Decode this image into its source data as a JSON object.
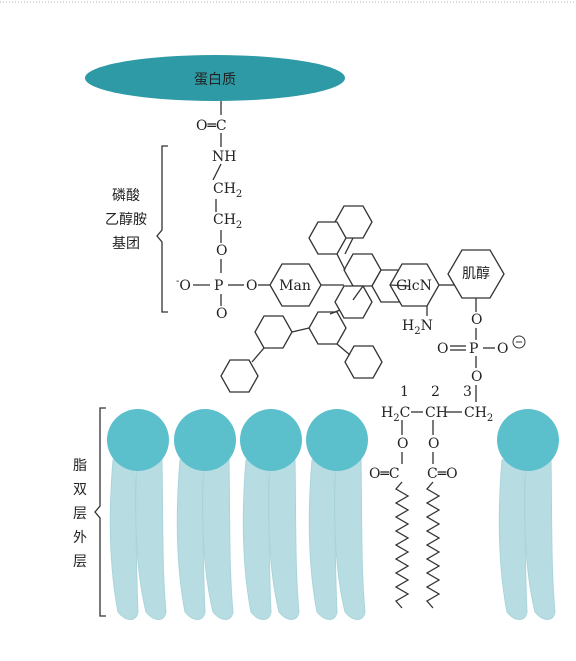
{
  "protein_label": "蛋白质",
  "bracket_left_label": [
    "磷酸",
    "乙醇胺",
    "基团"
  ],
  "bracket_bottom_label": [
    "脂",
    "双",
    "层",
    "外",
    "层"
  ],
  "sugar_labels": {
    "man": "Man",
    "glcn": "GlcN",
    "inositol": "肌醇"
  },
  "chem": {
    "o_eq_c": "O═C",
    "nh": "NH",
    "ch2_a": "CH",
    "ch2_b": "CH",
    "two": "2",
    "o": "O",
    "o_minus": "O",
    "p": "P",
    "h2n": "H",
    "n": "N",
    "carbon_nums": [
      "1",
      "2",
      "3"
    ],
    "glycerol_h2c": "H",
    "glycerol_ch": "CH",
    "glycerol_ch2": "CH",
    "ester_o_eq_c": "O═C",
    "ester_c_eq_o": "C═O"
  },
  "colors": {
    "protein": "#2e9aa6",
    "lipid_head": "#5cbfcc",
    "lipid_tail": "#b7dde3",
    "line": "#333333"
  }
}
